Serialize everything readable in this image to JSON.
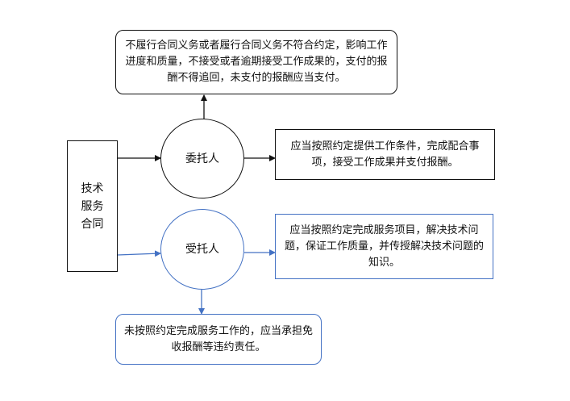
{
  "diagram": {
    "contract": {
      "label": "技术服务合同",
      "lines": [
        "技术",
        "服务",
        "合同"
      ]
    },
    "client": {
      "label": "委托人"
    },
    "contractor": {
      "label": "受托人"
    },
    "client_obligation": "应当按照约定提供工作条件，完成配合事项，接受工作成果并支付报酬。",
    "client_liability": "不履行合同义务或者履行合同义务不符合约定，影响工作进度和质量，不接受或者逾期接受工作成果的，支付的报酬不得追回，未支付的报酬应当支付。",
    "contractor_obligation": "应当按照约定完成服务项目，解决技术问题，保证工作质量，并传授解决技术问题的知识。",
    "contractor_liability": "未按照约定完成服务工作的，应当承担免收报酬等违约责任。"
  },
  "colors": {
    "black": "#111111",
    "blue": "#4472c4"
  }
}
